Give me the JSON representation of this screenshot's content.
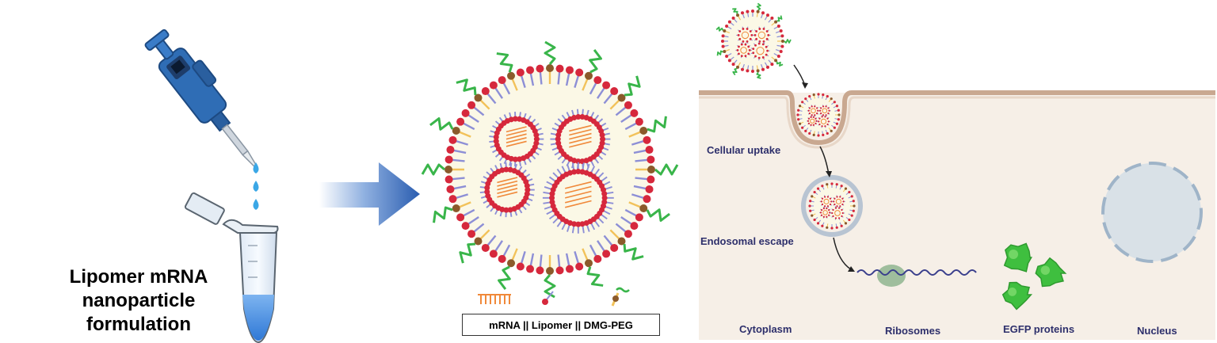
{
  "left_panel": {
    "label_line1": "Lipomer mRNA",
    "label_line2": "nanoparticle formulation"
  },
  "middle_panel": {
    "legend": "mRNA || Lipomer || DMG-PEG"
  },
  "right_panel": {
    "labels": {
      "uptake": "Cellular uptake",
      "escape": "Endosomal escape",
      "cytoplasm": "Cytoplasm",
      "ribosomes": "Ribosomes",
      "egfp": "EGFP proteins",
      "nucleus": "Nucleus"
    }
  },
  "colors": {
    "pipette": "#2f6db5",
    "arrow": "#2a5db0",
    "lipid_head": "#d6283c",
    "lipid_tail": "#8d8fd6",
    "peg": "#39b54a",
    "peg_anchor": "#8b5a2b",
    "mrna": "#f0893a",
    "cell_fill": "#f6efe7",
    "membrane": "#c9a890",
    "egfp": "#3fbf3f",
    "nucleus": "#9fb4c8"
  }
}
